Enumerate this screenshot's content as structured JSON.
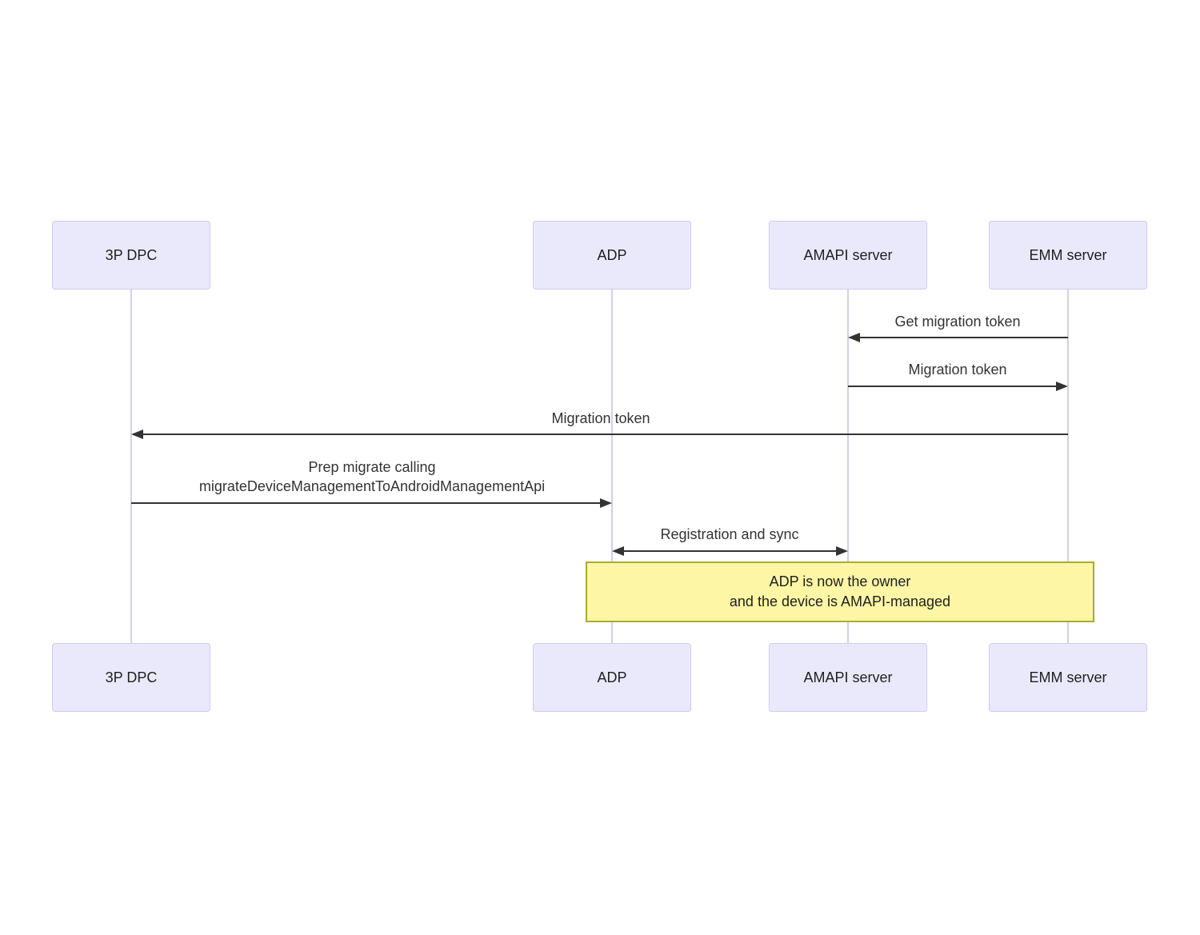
{
  "diagram": {
    "type": "sequence-diagram",
    "actors": [
      {
        "id": "3p-dpc",
        "label": "3P DPC"
      },
      {
        "id": "adp",
        "label": "ADP"
      },
      {
        "id": "amapi-server",
        "label": "AMAPI server"
      },
      {
        "id": "emm-server",
        "label": "EMM server"
      }
    ],
    "messages": [
      {
        "label": "Get migration token",
        "from": "emm-server",
        "to": "amapi-server",
        "arrow": "left"
      },
      {
        "label": "Migration token",
        "from": "amapi-server",
        "to": "emm-server",
        "arrow": "right"
      },
      {
        "label": "Migration token",
        "from": "emm-server",
        "to": "3p-dpc",
        "arrow": "left"
      },
      {
        "label_lines": [
          "Prep migrate calling",
          "migrateDeviceManagementToAndroidManagementApi"
        ],
        "from": "3p-dpc",
        "to": "adp",
        "arrow": "right"
      },
      {
        "label": "Registration and sync",
        "from": "adp",
        "to": "amapi-server",
        "arrow": "both"
      }
    ],
    "note": {
      "lines": [
        "ADP is now the owner",
        "and the device is AMAPI-managed"
      ],
      "over": [
        "adp",
        "emm-server"
      ]
    },
    "colors": {
      "actor_fill": "#e9e9fb",
      "actor_border": "#cfcbee",
      "lifeline": "#d5cee8",
      "arrow": "#333333",
      "note_fill": "#fcf6a5",
      "note_border": "#aaaa33",
      "text": "#333333"
    }
  }
}
